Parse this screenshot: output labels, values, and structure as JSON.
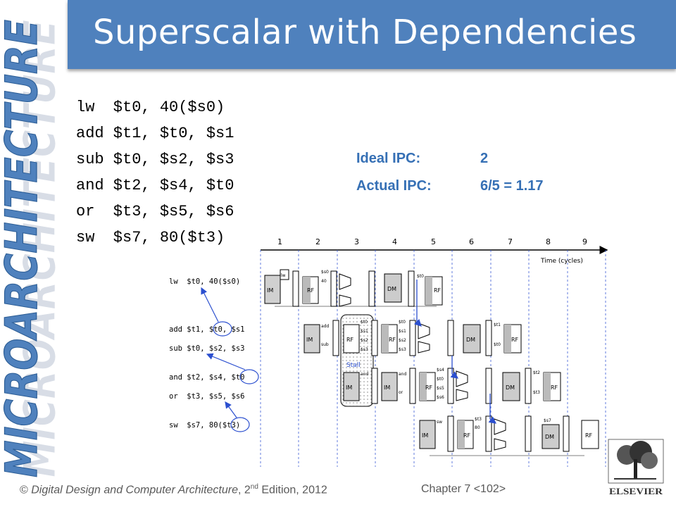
{
  "side_text": "MICROARCHITECTURE",
  "title": "Superscalar with Dependencies",
  "code": [
    "lw  $t0, 40($s0)",
    "add $t1, $t0, $s1",
    "sub $t0, $s2, $s3",
    "and $t2, $s4, $t0",
    "or  $t3, $s5, $s6",
    "sw  $s7, 80($t3)"
  ],
  "ipc": {
    "ideal_label": "Ideal IPC:",
    "ideal_value": "2",
    "actual_label": "Actual IPC:",
    "actual_value": "6/5 = 1.17"
  },
  "diagram": {
    "cycles": [
      "1",
      "2",
      "3",
      "4",
      "5",
      "6",
      "7",
      "8",
      "9"
    ],
    "time_label": "Time (cycles)",
    "instructions": [
      "lw  $t0, 40($s0)",
      "add $t1, $t0, $s1",
      "sub $t0, $s2, $s3",
      "and $t2, $s4, $t0",
      "or  $t3, $s5, $s6",
      "sw  $s7, 80($t3)"
    ],
    "stall_label": "Stall",
    "stage_IM": "IM",
    "stage_RF": "RF",
    "stage_DM": "DM",
    "box_labels": {
      "lw": "lw",
      "s0": "$s0",
      "v40": "40",
      "t0": "$t0",
      "add": "add",
      "sub": "sub",
      "t1": "$t1",
      "s1": "$s1",
      "s2": "$s2",
      "s3": "$s3",
      "and": "and",
      "or": "or",
      "s4": "$s4",
      "s5": "$s5",
      "s6": "$s6",
      "t2": "$t2",
      "t3": "$t3",
      "sw": "sw",
      "v80": "80",
      "s7": "$s7"
    }
  },
  "footer": {
    "copyright": "© ",
    "book": "Digital Design and Computer Architecture",
    "edition_pre": ", 2",
    "edition_sup": "nd",
    "edition_post": " Edition, 2012",
    "chapter": "Chapter 7 <102>"
  },
  "publisher": "ELSEVIER",
  "colors": {
    "title_bar": "#4f81bd",
    "ipc_text": "#3670b5",
    "side_text": "#4f81bd",
    "arrow": "#2b4fcf"
  }
}
